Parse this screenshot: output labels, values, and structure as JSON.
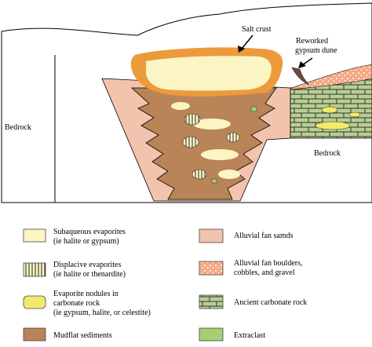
{
  "diagram": {
    "labels": {
      "salt_crust": "Salt crust",
      "reworked_line1": "Reworked",
      "reworked_line2": "gypsum dune",
      "bedrock_left": "Bedrock",
      "bedrock_right": "Bedrock"
    }
  },
  "legend": {
    "items": [
      {
        "key": "subaqueous",
        "lines": [
          "Subaqueous evaporites",
          "(ie halite or gypsum)"
        ]
      },
      {
        "key": "alluvial_sands",
        "lines": [
          "Alluvial fan samds"
        ]
      },
      {
        "key": "displacive",
        "lines": [
          "Displacive evaporites",
          "(ie halite or thenardite)"
        ]
      },
      {
        "key": "alluvial_boulders",
        "lines": [
          "Alluvial fan boulders,",
          "cobbles, and gravel"
        ]
      },
      {
        "key": "nodules",
        "lines": [
          "Evaporite nodules in",
          "carbonate rock",
          "(ie gypsum, halite, or celestite)"
        ]
      },
      {
        "key": "carbonate",
        "lines": [
          "Ancient carbonate rock"
        ]
      },
      {
        "key": "mudflat",
        "lines": [
          "Mudflat sediments"
        ]
      },
      {
        "key": "extraclast",
        "lines": [
          "Extraclast"
        ]
      }
    ]
  },
  "colors": {
    "subaqueous": "#fbf5c4",
    "salt_crust": "#ec9a3c",
    "alluvial_sands": "#f2c3ad",
    "mudflat": "#b98457",
    "nodule": "#f5e96b",
    "carbonate": "#b7cf92",
    "extraclast": "#a5cf75",
    "boulders": "#f4a985",
    "dune": "#6b4b3c"
  }
}
